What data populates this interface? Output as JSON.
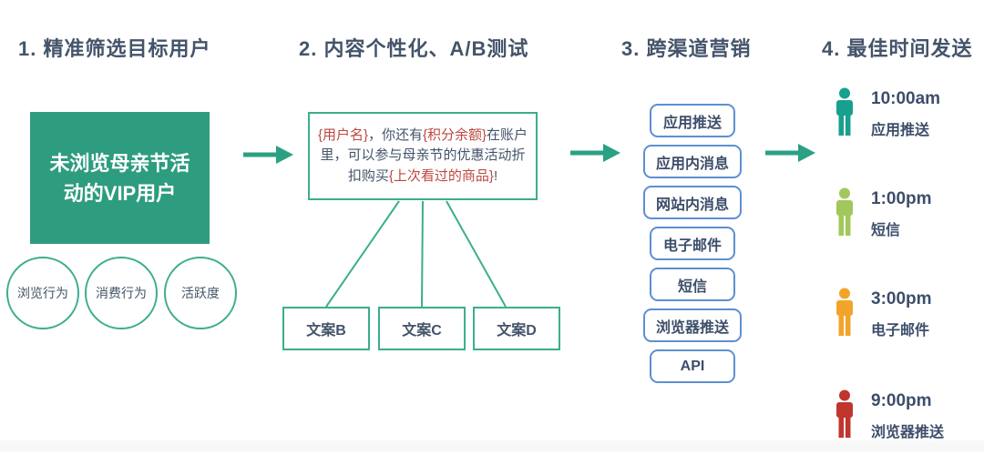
{
  "step1": {
    "title": "1. 精准筛选目标用户",
    "audience": "未浏览母亲节活动的VIP用户",
    "criteria": [
      "浏览行为",
      "消费行为",
      "活跃度"
    ]
  },
  "step2": {
    "title": "2. 内容个性化、A/B测试",
    "message_parts": [
      {
        "text": "{用户名}",
        "style": "highlight"
      },
      {
        "text": "，你还有",
        "style": "normal"
      },
      {
        "text": "{积分余额}",
        "style": "highlight"
      },
      {
        "text": "在账户里，可以参与母亲节的优惠活动折扣购买",
        "style": "normal"
      },
      {
        "text": "{上次看过的商品}",
        "style": "highlight"
      },
      {
        "text": "!",
        "style": "normal"
      }
    ],
    "variants": [
      "文案B",
      "文案C",
      "文案D"
    ]
  },
  "step3": {
    "title": "3. 跨渠道营销",
    "channels": [
      "应用推送",
      "应用内消息",
      "网站内消息",
      "电子邮件",
      "短信",
      "浏览器推送",
      "API"
    ]
  },
  "step4": {
    "title": "4. 最佳时间发送",
    "schedule": [
      {
        "time": "10:00am",
        "channel": "应用推送",
        "color": "#17A08E"
      },
      {
        "time": "1:00pm",
        "channel": "短信",
        "color": "#A2C75B"
      },
      {
        "time": "3:00pm",
        "channel": "电子邮件",
        "color": "#F2A42A"
      },
      {
        "time": "9:00pm",
        "channel": "浏览器推送",
        "color": "#C1352F"
      }
    ]
  },
  "colors": {
    "teal_fill": "#2E9C7F",
    "teal_stroke": "#3BAE8D",
    "navy_text": "#44546A",
    "highlight_red": "#BC4840",
    "blue_stroke": "#5D8FD0"
  }
}
